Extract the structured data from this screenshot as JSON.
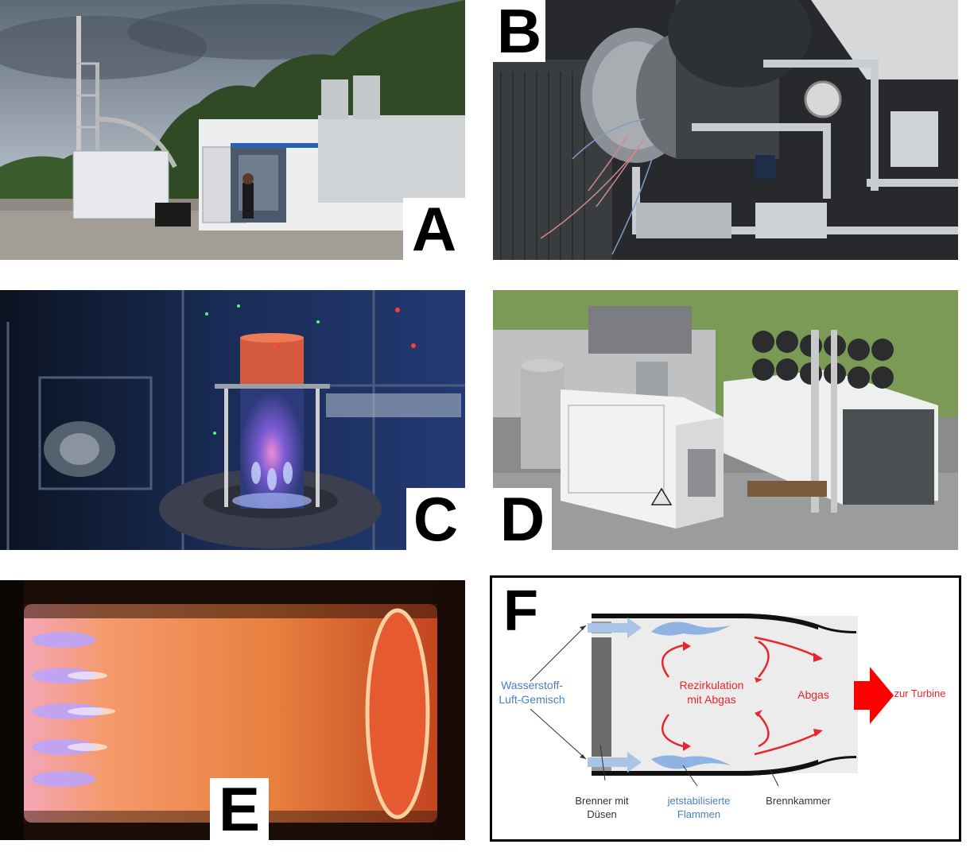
{
  "panels": {
    "a": {
      "letter": "A"
    },
    "b": {
      "letter": "B"
    },
    "c": {
      "letter": "C"
    },
    "d": {
      "letter": "D"
    },
    "e": {
      "letter": "E"
    },
    "f": {
      "letter": "F",
      "labels": {
        "mixture_line1": "Wasserstoff-",
        "mixture_line2": "Luft-Gemisch",
        "recirc_line1": "Rezirkulation",
        "recirc_line2": "mit Abgas",
        "exhaust": "Abgas",
        "to_turbine": "zur Turbine",
        "burner_line1": "Brenner mit",
        "burner_line2": "Düsen",
        "flames_line1": "jetstabilisierte",
        "flames_line2": "Flammen",
        "chamber": "Brennkammer"
      }
    }
  },
  "colors": {
    "recirc_red": "#e8262d",
    "text_blue": "#4a7fc0",
    "flow_light_blue": "#a9c4e6"
  }
}
